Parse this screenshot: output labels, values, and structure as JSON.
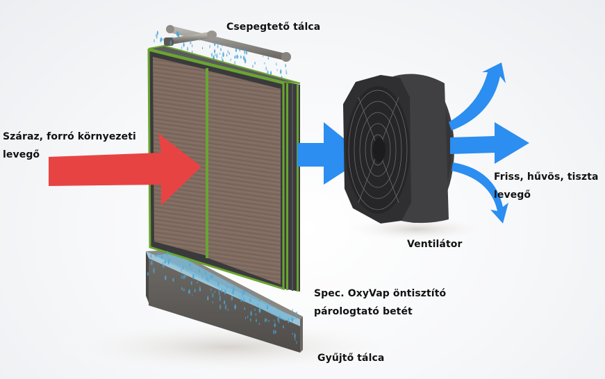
{
  "diagram": {
    "title": "Evaporative cooler working principle",
    "labels": {
      "drip_tray": "Csepegtető tálca",
      "hot_air_line1": "Száraz, forró környezeti",
      "hot_air_line2": "levegő",
      "fresh_air_line1": "Friss, hűvös, tiszta",
      "fresh_air_line2": "levegő",
      "fan": "Ventilátor",
      "pad_line1": "Spec. OxyVap öntisztító",
      "pad_line2": "párologtató betét",
      "collector_tray": "Gyűjtő tálca"
    },
    "components": [
      {
        "id": "drip-pipe",
        "name": "Csepegtető tálca"
      },
      {
        "id": "evaporative-pad",
        "name": "Spec. OxyVap öntisztító párologtató betét"
      },
      {
        "id": "fan",
        "name": "Ventilátor"
      },
      {
        "id": "collector-tray",
        "name": "Gyűjtő tálca"
      }
    ],
    "flows": [
      {
        "id": "hot-air-in",
        "from": "environment",
        "to": "evaporative-pad",
        "color": "#e84343"
      },
      {
        "id": "cool-air-mid",
        "from": "evaporative-pad",
        "to": "fan",
        "color": "#2b8ef0"
      },
      {
        "id": "cool-air-out",
        "from": "fan",
        "to": "environment",
        "count": 3,
        "color": "#2b8ef0"
      }
    ],
    "colors": {
      "hot_arrow": "#e84343",
      "cool_arrow": "#2b8ef0",
      "pad_frame": "#6aa531",
      "pad_mesh": "#7d6a5e",
      "fan_body": "#3a3a3c",
      "tray": "#5e5b58",
      "water": "#4aa8d8"
    }
  }
}
